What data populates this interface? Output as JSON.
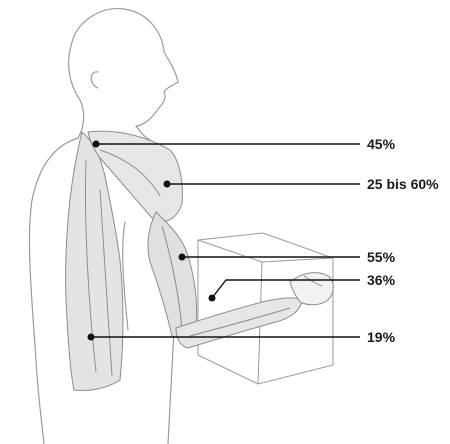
{
  "callouts": [
    {
      "id": "shoulder-deltoid",
      "label": "45%"
    },
    {
      "id": "upper-arm-biceps",
      "label": "25 bis 60%"
    },
    {
      "id": "lower-upper-arm",
      "label": "55%"
    },
    {
      "id": "forearm",
      "label": "36%"
    },
    {
      "id": "back-lat",
      "label": "19%"
    }
  ],
  "colors": {
    "outline": "#9a9a9a",
    "muscle_fill": "#e3e3e3",
    "muscle_stroke": "#8c8c8c",
    "leader": "#111111"
  }
}
